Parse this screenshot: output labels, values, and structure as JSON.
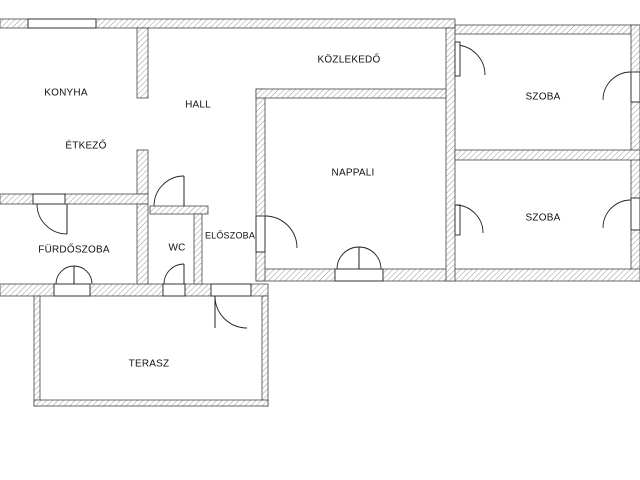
{
  "plan": {
    "rooms": {
      "kozlekedo": "KÖZLEKEDŐ",
      "konyha": "KONYHA",
      "hall": "HALL",
      "etkezo": "ÉTKEZŐ",
      "szoba_1": "SZOBA",
      "nappali": "NAPPALI",
      "szoba_2": "SZOBA",
      "furdoszoba": "FÜRDŐSZOBA",
      "wc": "WC",
      "eloszoba": "ELŐSZOBA",
      "terasz": "TERASZ"
    },
    "colors": {
      "wall_fill": "#ffffff",
      "wall_hatch": "#9a9a9a",
      "wall_outline": "#444444",
      "line": "#222222"
    }
  }
}
